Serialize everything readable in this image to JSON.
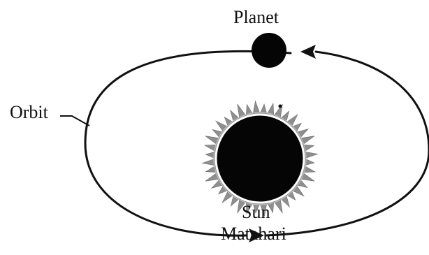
{
  "labels": {
    "planet": "Planet",
    "orbit": "Orbit",
    "sun": "Sun",
    "sun_alt": "Matahari"
  },
  "colors": {
    "ink": "#111111",
    "sun_rays": "#8f8f8f",
    "sun_body": "#050505",
    "sun_rim": "#ffffff",
    "background": "#ffffff"
  },
  "icons": {
    "orbit_direction": "arrowhead",
    "sun": "sun-icon",
    "planet": "planet-icon"
  }
}
